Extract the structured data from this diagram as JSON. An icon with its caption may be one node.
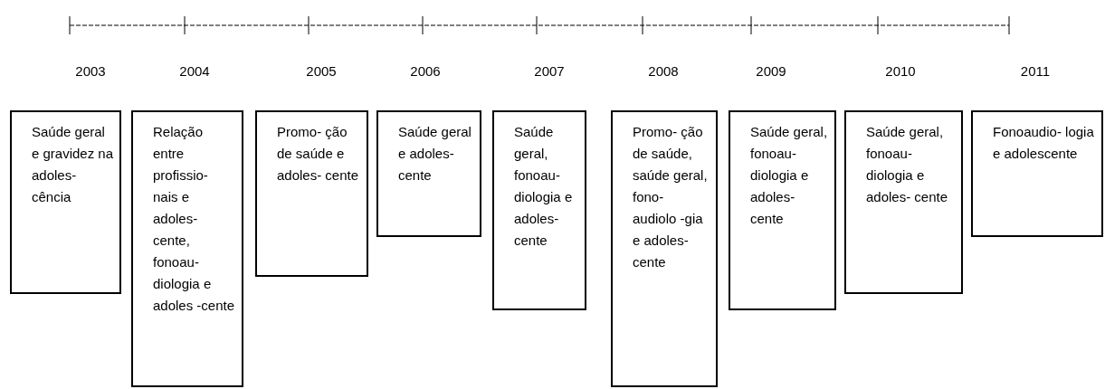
{
  "diagram": {
    "nodes": [
      {
        "text": [
          "Saúde geral e gravidez na adoles- cência"
        ]
      },
      {
        "text": [
          "Relação entre profissio- nais e adoles- cente, fonoau- diologia e adoles -cente"
        ]
      },
      {
        "text": [
          "Promo- ção de saúde e adoles- cente"
        ]
      },
      {
        "text": [
          "Saúde geral e adoles- cente"
        ]
      },
      {
        "text": [
          "Saúde geral, fonoau- diologia e adoles- cente"
        ]
      },
      {
        "text": [
          "Promo- ção de saúde, saúde geral, fono- audiolo -gia e adoles- cente"
        ]
      },
      {
        "text": [
          "Saúde geral, fonoau- diologia e adoles- cente"
        ]
      },
      {
        "text": [
          "Saúde geral, fonoau- diologia e adoles- cente"
        ]
      },
      {
        "text": [
          "Fonoaudio- logia e adolescente"
        ]
      }
    ],
    "labels": [
      "2003",
      "2004",
      "2005",
      "2006",
      "2007",
      "2008",
      "2009",
      "2010",
      "2011"
    ]
  }
}
